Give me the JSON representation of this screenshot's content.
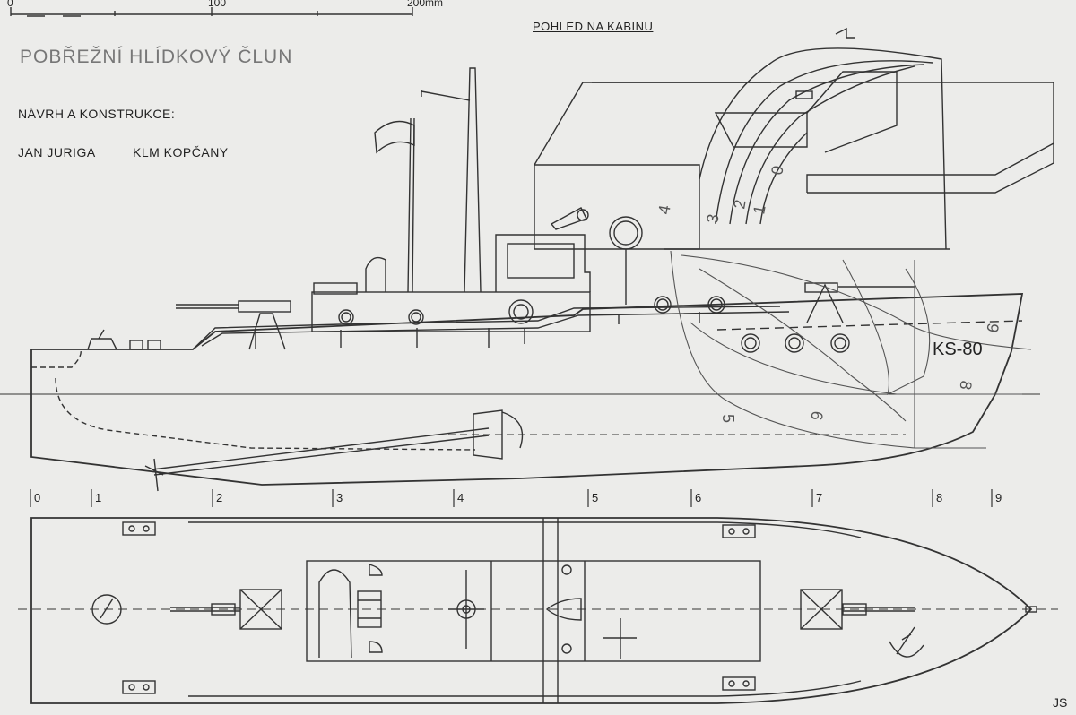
{
  "title": "POBŘEŽNÍ HLÍDKOVÝ ČLUN",
  "design_label": "NÁVRH A KONSTRUKCE:",
  "author": "JAN JURIGA",
  "club": "KLM KOPČANY",
  "cabin_view_label": "POHLED NA KABINU",
  "hull_id": "KS-80",
  "initials": "JS",
  "scale": {
    "labels": [
      "0",
      "100",
      "200mm"
    ]
  },
  "stations": [
    "0",
    "1",
    "2",
    "3",
    "4",
    "5",
    "6",
    "7",
    "8",
    "9"
  ],
  "body_plan_sections": [
    "0",
    "1",
    "2",
    "3",
    "4",
    "5",
    "6",
    "8",
    "9"
  ]
}
